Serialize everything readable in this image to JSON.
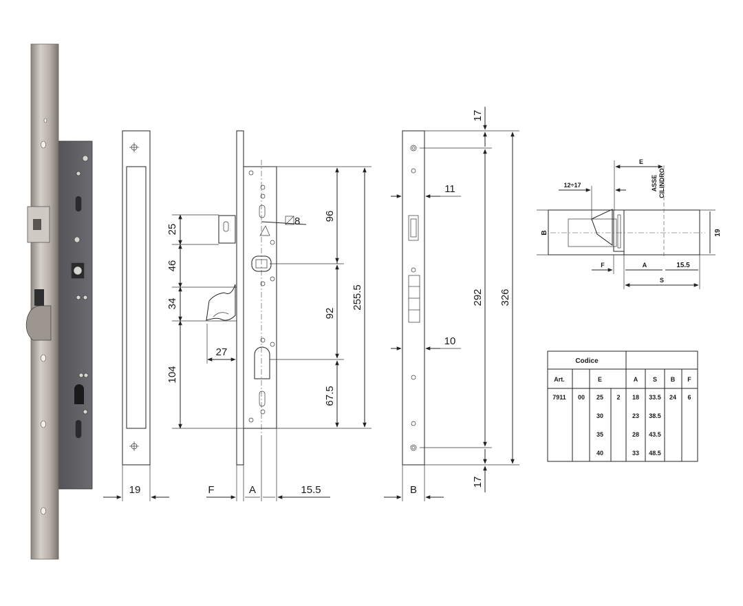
{
  "front_view": {
    "width_label": "19"
  },
  "side_view": {
    "heights": [
      "25",
      "46",
      "34",
      "104"
    ],
    "backset_27": "27",
    "hole_label": "8",
    "right_dims": [
      "96",
      "92",
      "67.5"
    ],
    "total_dim": "255.5",
    "bottom_labels": {
      "f": "F",
      "a": "A",
      "d": "15.5"
    }
  },
  "faceplate_view": {
    "top": "17",
    "bottom": "17",
    "d11": "11",
    "d10": "10",
    "d292": "292",
    "d326": "326",
    "b_label": "B"
  },
  "cylinder_detail": {
    "e": "E",
    "range": "12÷17",
    "asse_1": "ASSE",
    "asse_2": "CILINDRO",
    "b": "B",
    "d19": "19",
    "f": "F",
    "a": "A",
    "d155": "15.5",
    "s": "S"
  },
  "table": {
    "header_codice": "Codice",
    "cols": [
      "Art.",
      "E",
      "A",
      "S",
      "B",
      "F"
    ],
    "art": "7911",
    "code": "00",
    "e_values": [
      "25",
      "30",
      "35",
      "40"
    ],
    "var": "2",
    "a_values": [
      "18",
      "23",
      "28",
      "33"
    ],
    "s_values": [
      "33.5",
      "38.5",
      "43.5",
      "48.5"
    ],
    "b_value": "24",
    "f_value": "6"
  }
}
